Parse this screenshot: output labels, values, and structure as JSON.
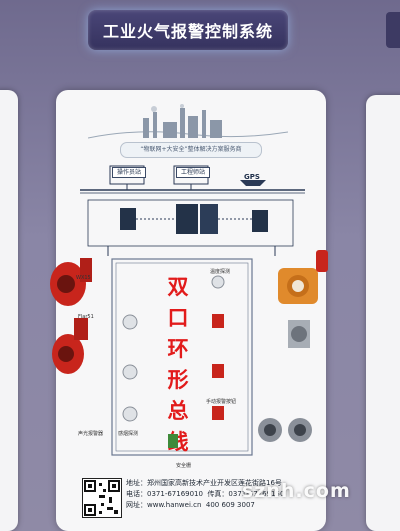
{
  "exhibit": {
    "title": "工业火气报警控制系统",
    "slogan": "“物联网+大安全”整体解决方案服务商"
  },
  "diagram": {
    "nodes": {
      "operator_station": "操作员站",
      "engineer_station": "工程师站",
      "gps": "GPS",
      "loop_label": [
        "双",
        "口",
        "环",
        "形",
        "总",
        "线"
      ]
    },
    "device_labels": [
      "WX15",
      "Flar51",
      "温度探测",
      "手动报警按钮",
      "声光报警器",
      "感烟探测",
      "安全栅"
    ]
  },
  "footer": {
    "address": "地址：郑州国家高新技术产业开发区莲花街路16号",
    "phone": "电话：0371-67169010",
    "fax": "传真：0371-67169150",
    "website": "网址：www.hanwei.cn",
    "hotline": "400 609 3007"
  },
  "watermark": "sznh.com",
  "colors": {
    "banner": "#35325e",
    "loop_text": "#e21b1b",
    "board": "#f7f7f8",
    "detector_red": "#c8251c",
    "detector_orange": "#e08a2c",
    "wall": "#7d789c"
  }
}
